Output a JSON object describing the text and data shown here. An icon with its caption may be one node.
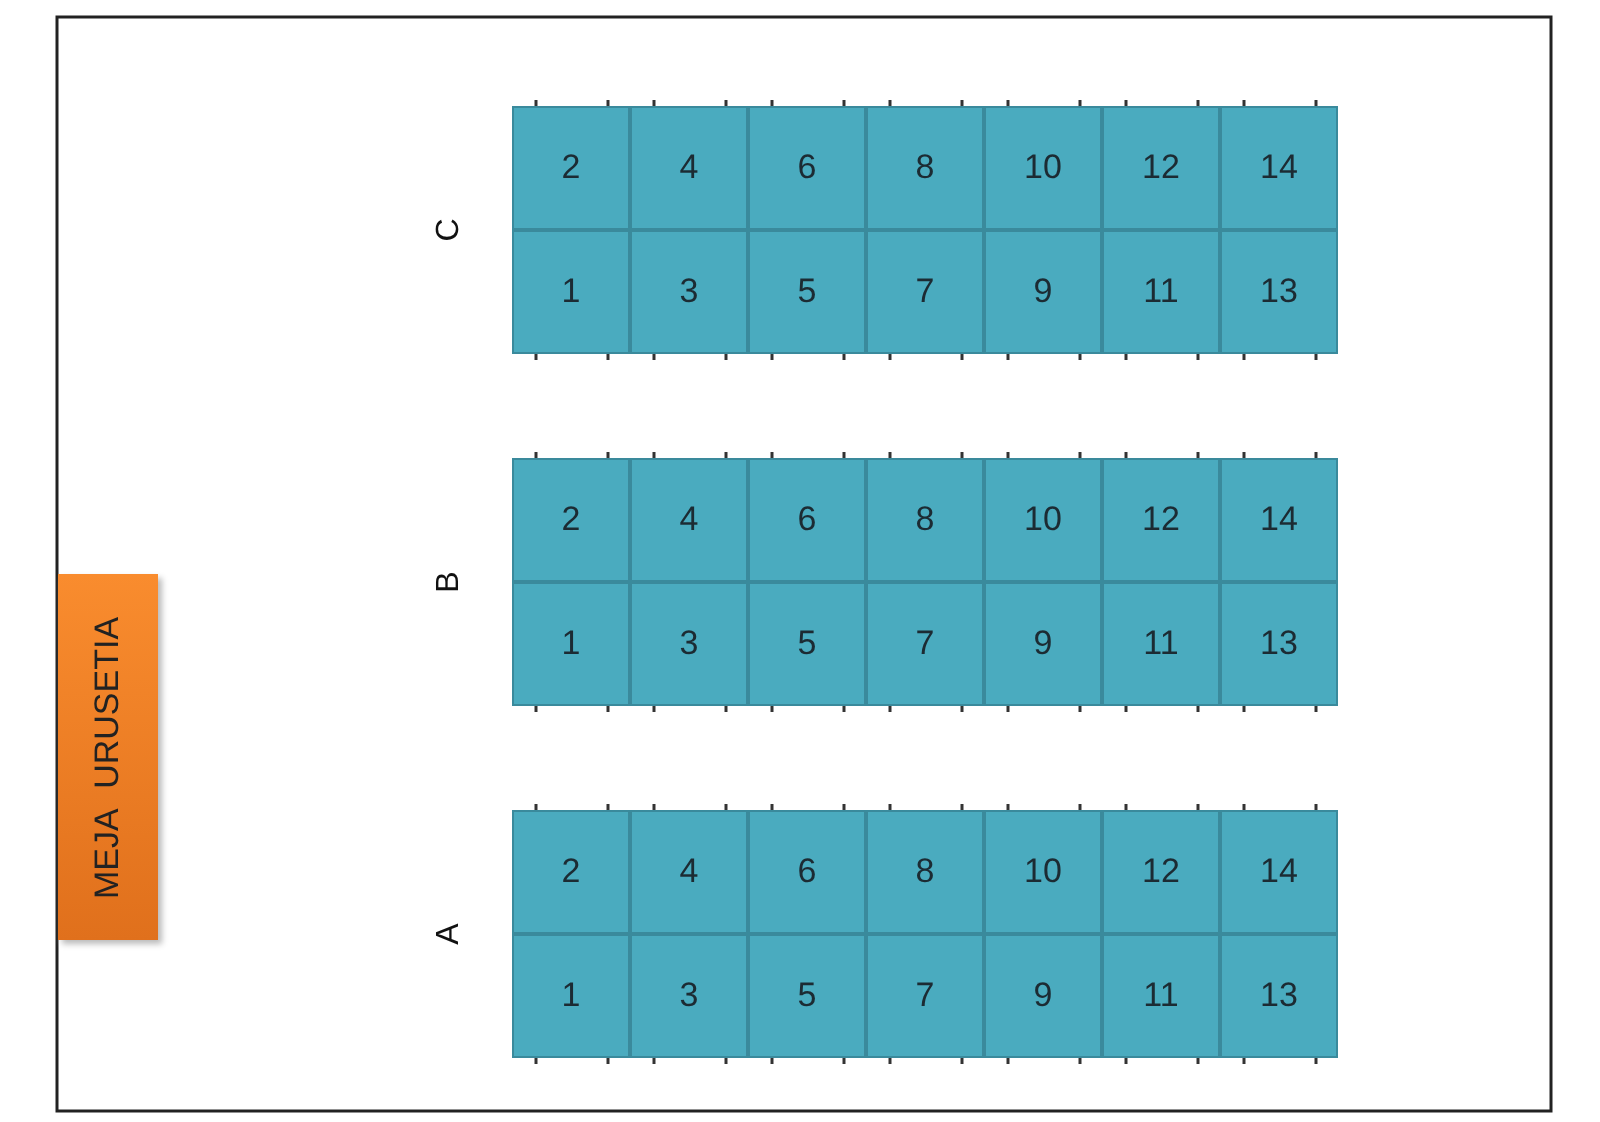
{
  "diagram": {
    "nodes": [
      {
        "text": [
          "MEJA URUSETIA"
        ]
      },
      {
        "text": [],
        "shape": "box",
        "beside": [
          "C"
        ]
      },
      {
        "text": [
          "2"
        ],
        "in": 1
      },
      {
        "text": [
          "4"
        ],
        "in": 1
      },
      {
        "text": [
          "6"
        ],
        "in": 1
      },
      {
        "text": [
          "8"
        ],
        "in": 1
      },
      {
        "text": [
          "10"
        ],
        "in": 1
      },
      {
        "text": [
          "12"
        ],
        "in": 1
      },
      {
        "text": [
          "14"
        ],
        "in": 1
      },
      {
        "text": [
          "1"
        ],
        "in": 1
      },
      {
        "text": [
          "3"
        ],
        "in": 1
      },
      {
        "text": [
          "5"
        ],
        "in": 1
      },
      {
        "text": [
          "7"
        ],
        "in": 1
      },
      {
        "text": [
          "9"
        ],
        "in": 1
      },
      {
        "text": [
          "11"
        ],
        "in": 1
      },
      {
        "text": [
          "13"
        ],
        "in": 1
      },
      {
        "text": [],
        "shape": "box",
        "beside": [
          "B"
        ]
      },
      {
        "text": [
          "2"
        ],
        "in": 16
      },
      {
        "text": [
          "4"
        ],
        "in": 16
      },
      {
        "text": [
          "6"
        ],
        "in": 16
      },
      {
        "text": [
          "8"
        ],
        "in": 16
      },
      {
        "text": [
          "10"
        ],
        "in": 16
      },
      {
        "text": [
          "12"
        ],
        "in": 16
      },
      {
        "text": [
          "14"
        ],
        "in": 16
      },
      {
        "text": [
          "1"
        ],
        "in": 16
      },
      {
        "text": [
          "3"
        ],
        "in": 16
      },
      {
        "text": [
          "5"
        ],
        "in": 16
      },
      {
        "text": [
          "7"
        ],
        "in": 16
      },
      {
        "text": [
          "9"
        ],
        "in": 16
      },
      {
        "text": [
          "11"
        ],
        "in": 16
      },
      {
        "text": [
          "13"
        ],
        "in": 16
      },
      {
        "text": [],
        "shape": "box",
        "beside": [
          "A"
        ]
      },
      {
        "text": [
          "2"
        ],
        "in": 31
      },
      {
        "text": [
          "4"
        ],
        "in": 31
      },
      {
        "text": [
          "6"
        ],
        "in": 31
      },
      {
        "text": [
          "8"
        ],
        "in": 31
      },
      {
        "text": [
          "10"
        ],
        "in": 31
      },
      {
        "text": [
          "12"
        ],
        "in": 31
      },
      {
        "text": [
          "14"
        ],
        "in": 31
      },
      {
        "text": [
          "1"
        ],
        "in": 31
      },
      {
        "text": [
          "3"
        ],
        "in": 31
      },
      {
        "text": [
          "5"
        ],
        "in": 31
      },
      {
        "text": [
          "7"
        ],
        "in": 31
      },
      {
        "text": [
          "9"
        ],
        "in": 31
      },
      {
        "text": [
          "11"
        ],
        "in": 31
      },
      {
        "text": [
          "13"
        ],
        "in": 31
      }
    ]
  }
}
